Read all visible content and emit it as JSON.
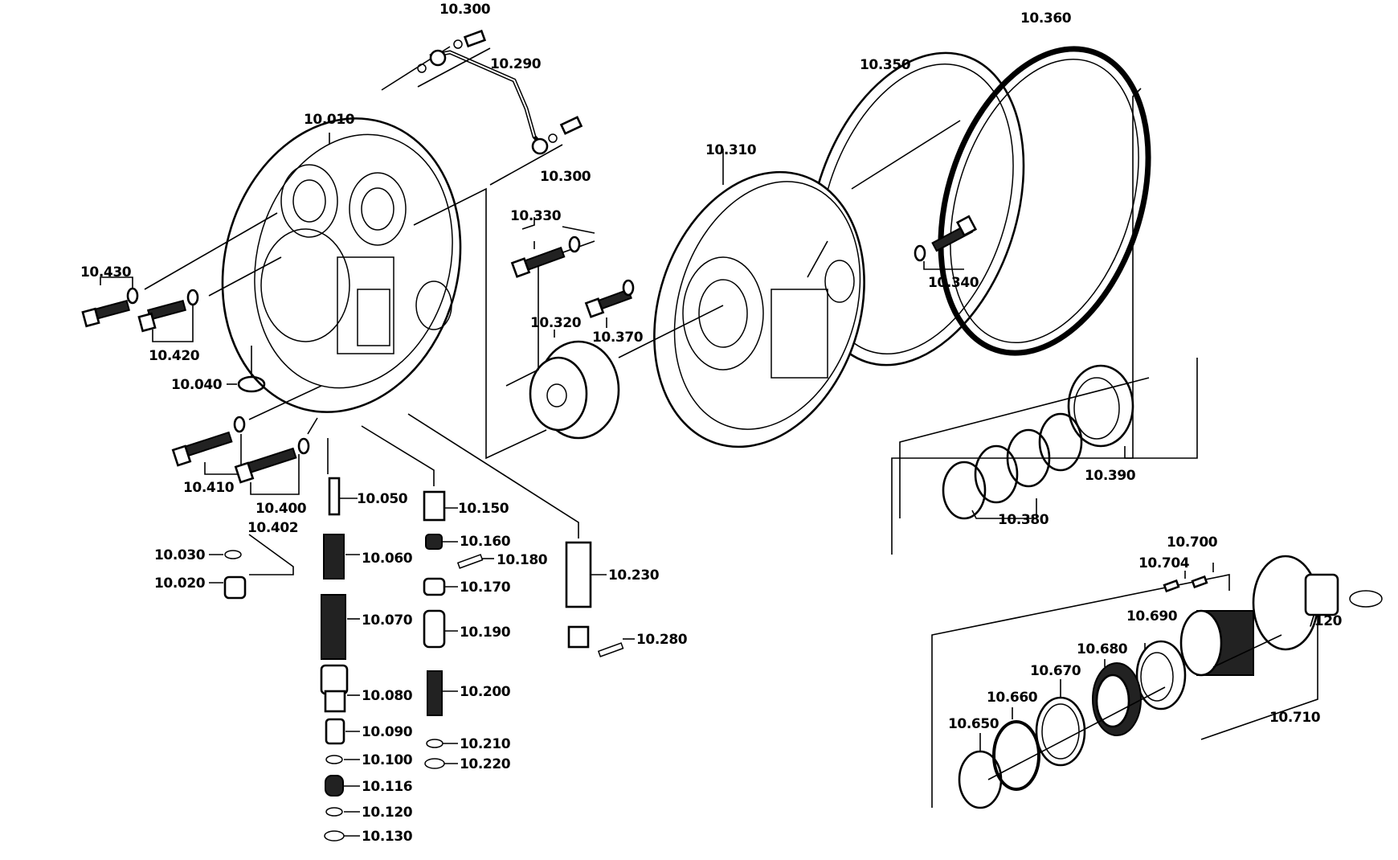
{
  "diagram": {
    "type": "exploded parts diagram",
    "labels": {
      "p10300a": "10.300",
      "p10290": "10.290",
      "p10300b": "10.300",
      "p10360": "10.360",
      "p10350": "10.350",
      "p10010": "10.010",
      "p10310": "10.310",
      "p10330": "10.330",
      "p10430": "10.430",
      "p10420": "10.420",
      "p10040": "10.040",
      "p10320": "10.320",
      "p10370": "10.370",
      "p10340": "10.340",
      "p10410": "10.410",
      "p10400": "10.400",
      "p10402": "10.402",
      "p10050": "10.050",
      "p10150": "10.150",
      "p10160": "10.160",
      "p10180": "10.180",
      "p10170": "10.170",
      "p10030": "10.030",
      "p10020": "10.020",
      "p10060": "10.060",
      "p10070": "10.070",
      "p10230": "10.230",
      "p10190": "10.190",
      "p10280": "10.280",
      "p10200": "10.200",
      "p10080": "10.080",
      "p10090": "10.090",
      "p10100": "10.100",
      "p10116": "10.116",
      "p10120": "10.120",
      "p10130": "10.130",
      "p10210": "10.210",
      "p10220": "10.220",
      "p10390": "10.390",
      "p10380": "10.380",
      "p10700": "10.700",
      "p10704": "10.704",
      "p120": "/120",
      "p10690": "10.690",
      "p10680": "10.680",
      "p10670": "10.670",
      "p10660": "10.660",
      "p10650": "10.650",
      "p10710": "10.710"
    }
  }
}
